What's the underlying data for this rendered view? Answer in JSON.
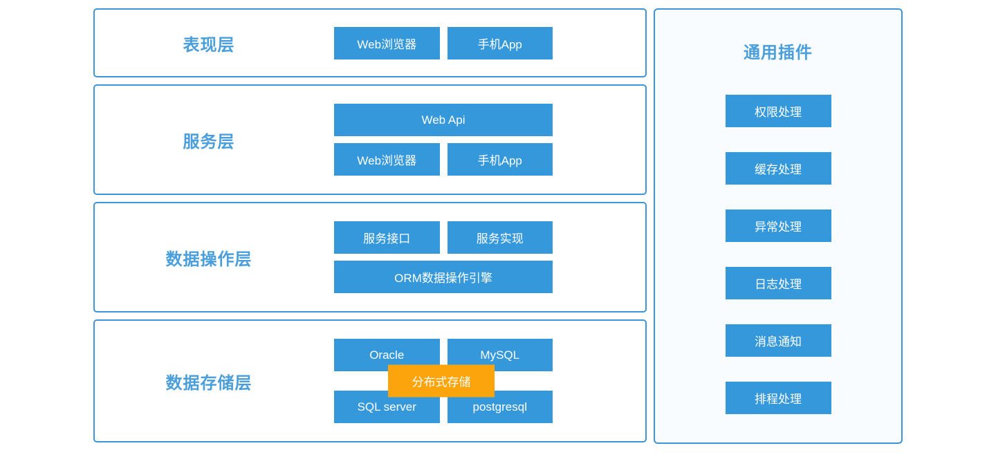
{
  "colors": {
    "node_blue": "#3598db",
    "border_blue": "#3d94d8",
    "label_blue": "#4a9edb",
    "panel_background": "#f8fcfe",
    "overlay_orange": "#fca40b",
    "node_text": "#ffffff"
  },
  "layers": [
    {
      "label": "表现层",
      "rows": [
        [
          "Web浏览器",
          "手机App"
        ]
      ]
    },
    {
      "label": "服务层",
      "rows": [
        [
          "Web Api"
        ],
        [
          "Web浏览器",
          "手机App"
        ]
      ]
    },
    {
      "label": "数据操作层",
      "rows": [
        [
          "服务接口",
          "服务实现"
        ],
        [
          "ORM数据操作引擎"
        ]
      ]
    },
    {
      "label": "数据存储层",
      "rows": [
        [
          "Oracle",
          "MySQL"
        ],
        [
          "SQL server",
          "postgresql"
        ]
      ],
      "overlay": "分布式存储"
    }
  ],
  "plugins_panel": {
    "title": "通用插件",
    "items": [
      "权限处理",
      "缓存处理",
      "异常处理",
      "日志处理",
      "消息通知",
      "排程处理"
    ]
  }
}
